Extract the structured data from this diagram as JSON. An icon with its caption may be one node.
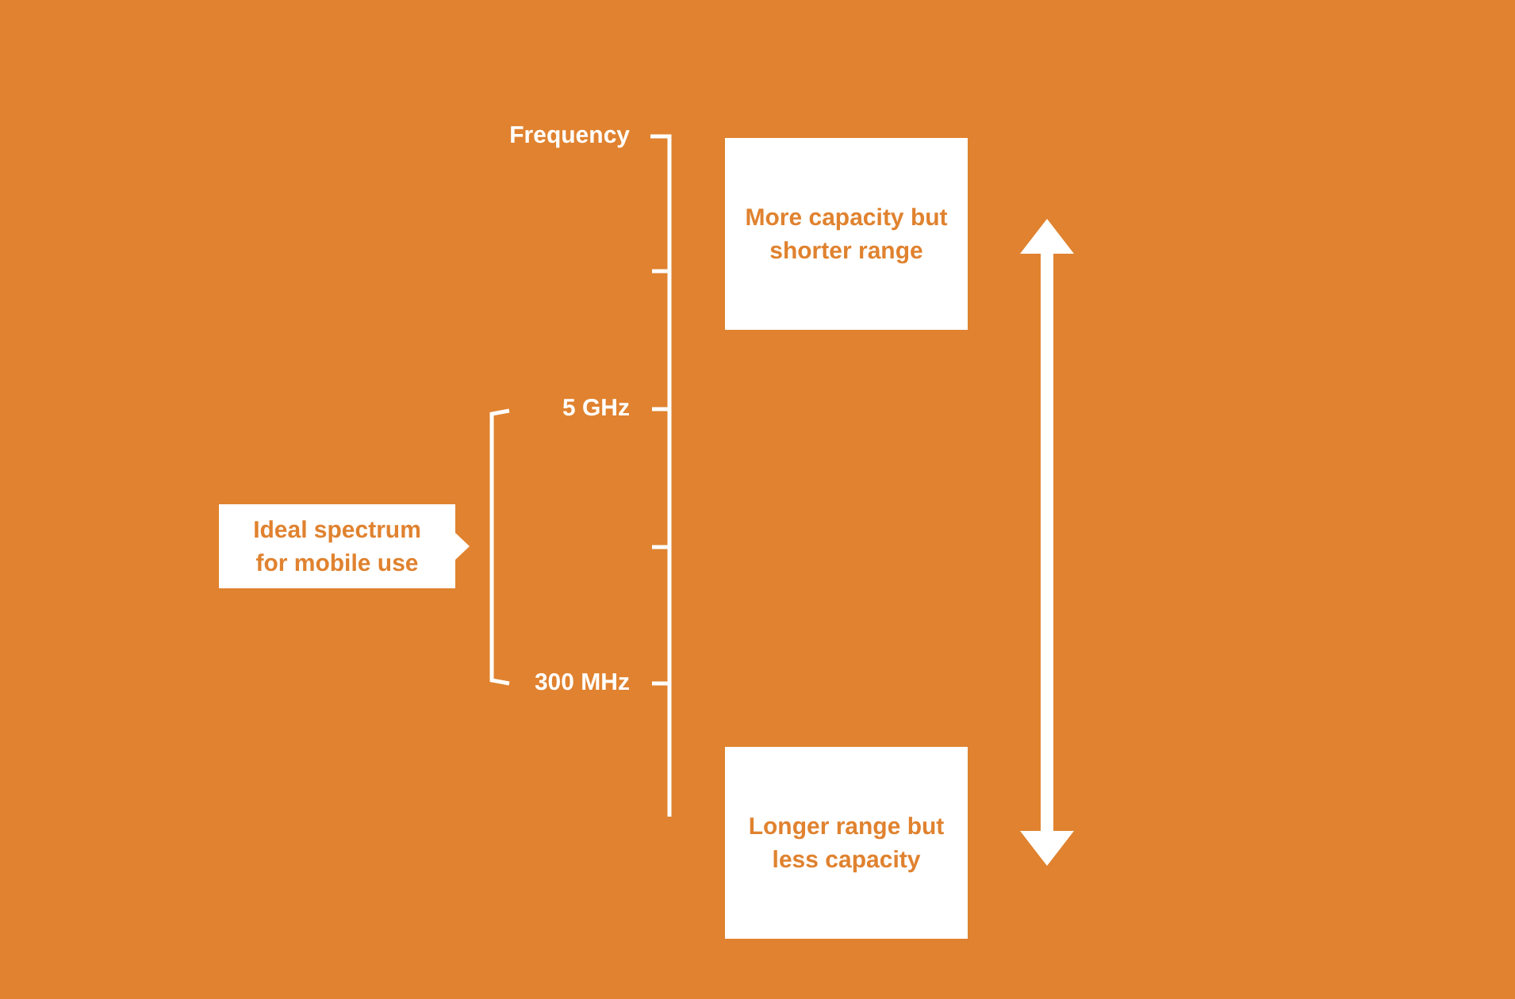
{
  "diagram": {
    "nodes": [
      {
        "text": [
          "More capacity but shorter range"
        ]
      },
      {
        "text": [
          "Ideal spectrum for mobile use"
        ]
      },
      {
        "text": [
          "Longer range but less capacity"
        ]
      }
    ],
    "labels": [
      "Frequency",
      "5 GHz",
      "300 MHz"
    ]
  }
}
